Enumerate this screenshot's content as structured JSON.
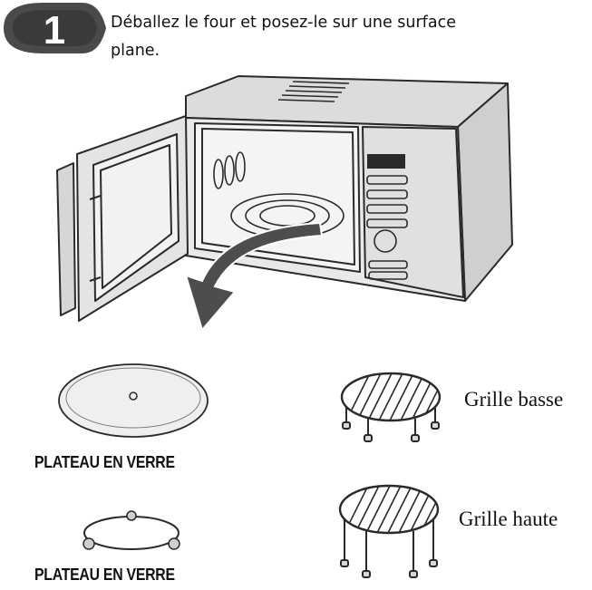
{
  "step": {
    "number": "1",
    "instruction": "Déballez le four et posez-le sur une surface plane."
  },
  "accessories": {
    "glass_plate_caption": "PLATEAU EN VERRE",
    "ring_caption": "PLATEAU EN VERRE",
    "low_grill_label": "Grille basse",
    "high_grill_label": "Grille haute"
  },
  "colors": {
    "badge": "#4a4a4a",
    "outline": "#2a2a2a",
    "arrow": "#4d4d4d",
    "oven_body": "#e6e6e6",
    "plate_fill": "#efefef"
  }
}
